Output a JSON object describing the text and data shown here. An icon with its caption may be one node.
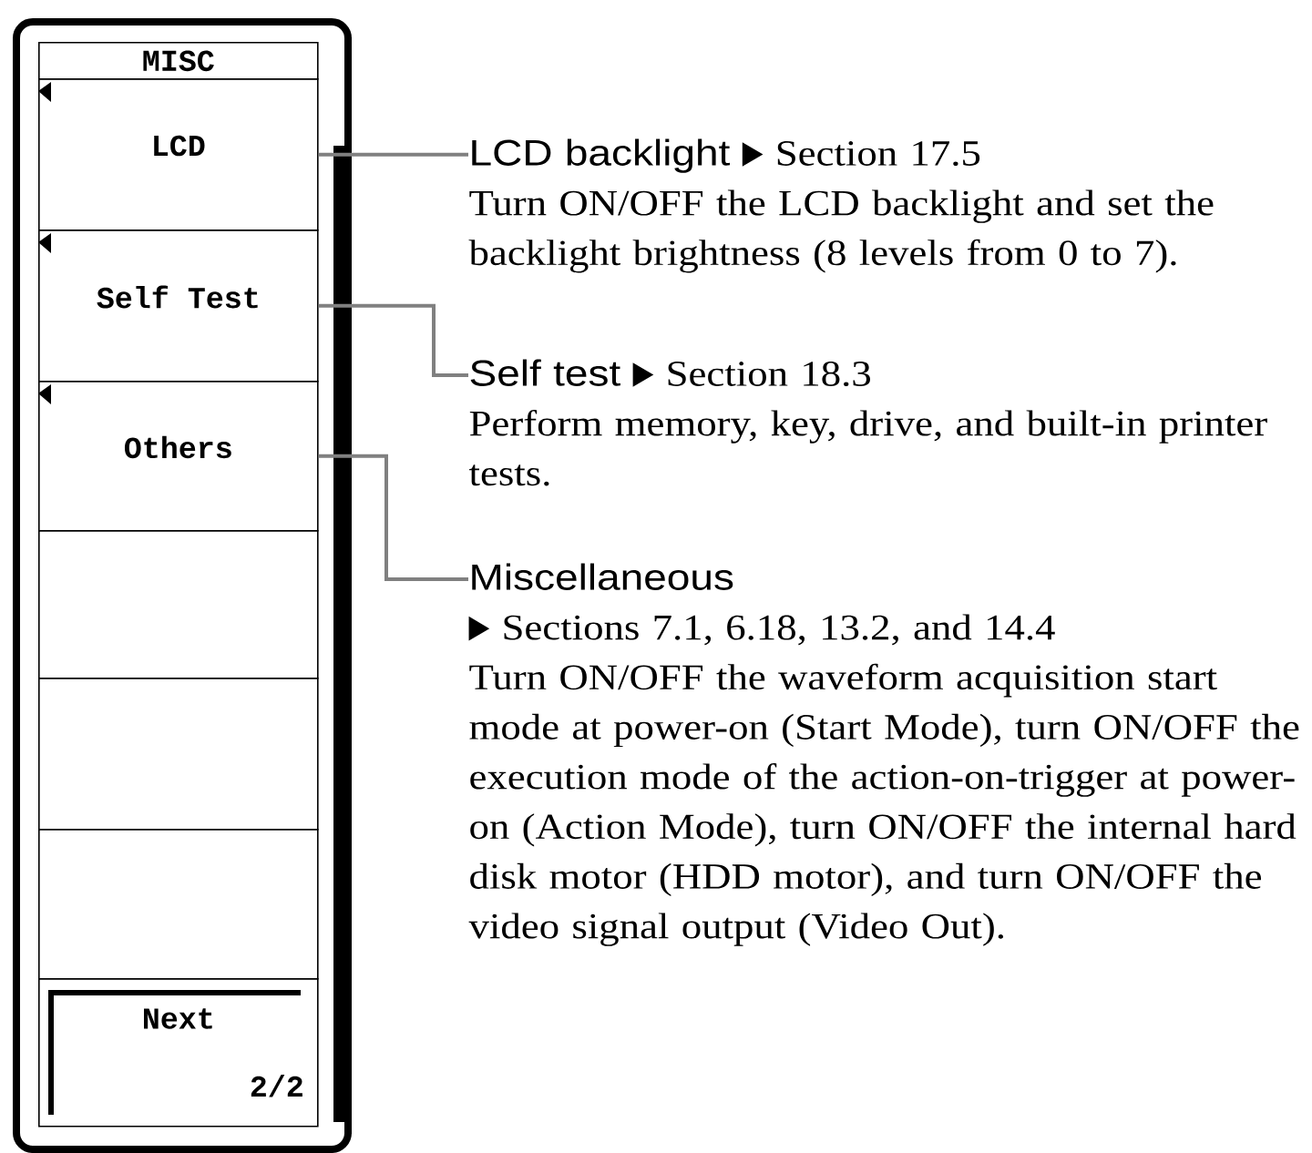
{
  "diagram": {
    "nodes": [
      {
        "text": [],
        "shape": "box"
      },
      {
        "text": [
          "MISC"
        ],
        "in": 0
      },
      {
        "text": [
          "LCD"
        ],
        "in": 0
      },
      {
        "text": [
          "Self Test"
        ],
        "in": 0
      },
      {
        "text": [
          "Others"
        ],
        "in": 0
      },
      {
        "text": [],
        "shape": "box",
        "in": 0
      },
      {
        "text": [],
        "shape": "box",
        "in": 0
      },
      {
        "text": [],
        "shape": "box",
        "in": 0
      },
      {
        "text": [
          "Next",
          "2/2"
        ],
        "in": 0
      },
      {
        "text": [
          "LCD backlight",
          "Section 17.5",
          "Turn ON/OFF the LCD backlight and set the backlight brightness (8 levels from 0 to 7)."
        ]
      },
      {
        "text": [
          "Self test",
          "Section 18.3",
          "Perform memory, key, drive, and built-in printer tests."
        ]
      },
      {
        "text": [
          "Miscellaneous",
          "Sections 7.1, 6.18, 13.2, and 14.4",
          "Turn ON/OFF the waveform acquisition start mode at power-on (Start Mode), turn ON/OFF the execution mode of the action-on-trigger at power-on (Action Mode), turn ON/OFF the internal hard disk motor (HDD motor), and turn ON/OFF the video signal output (Video Out)."
        ]
      }
    ],
    "edges": [
      {
        "from": 2,
        "to": 9,
        "arrow": "none"
      },
      {
        "from": 3,
        "to": 10,
        "arrow": "none"
      },
      {
        "from": 4,
        "to": 11,
        "arrow": "none"
      }
    ]
  }
}
